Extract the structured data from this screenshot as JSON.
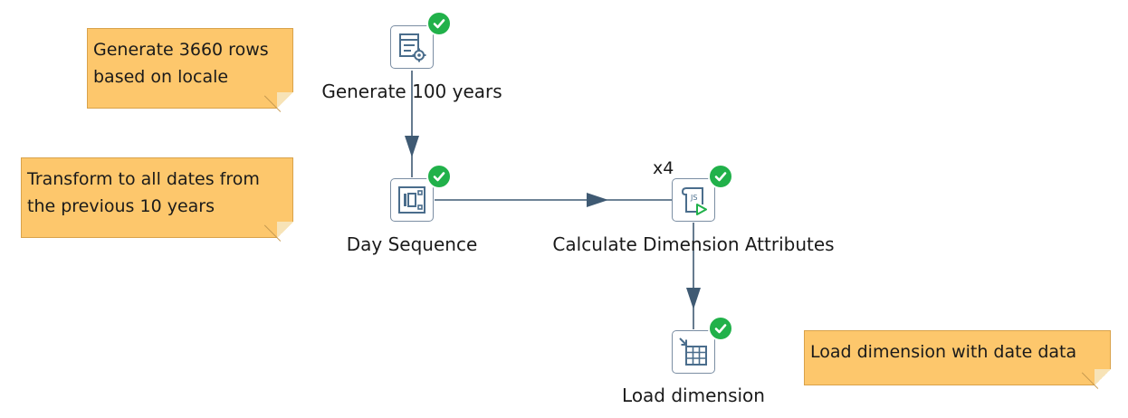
{
  "notes": [
    {
      "text": "Generate 3660 rows\nbased on locale"
    },
    {
      "text": "Transform to all dates from\nthe previous 10 years"
    },
    {
      "text": "Load dimension with date data"
    }
  ],
  "steps": {
    "generate": {
      "label": "Generate 100 years",
      "icon": "generate-rows-icon",
      "status": "ok"
    },
    "day_sequence": {
      "label": "Day Sequence",
      "icon": "add-sequence-icon",
      "status": "ok"
    },
    "calculate": {
      "label": "Calculate Dimension Attributes",
      "icon": "javascript-icon",
      "status": "ok",
      "copies": "x4"
    },
    "load": {
      "label": "Load dimension",
      "icon": "table-output-icon",
      "status": "ok"
    }
  },
  "hops": [
    {
      "from": "generate",
      "to": "day_sequence"
    },
    {
      "from": "day_sequence",
      "to": "calculate"
    },
    {
      "from": "calculate",
      "to": "load"
    }
  ],
  "colors": {
    "note_fill": "#fdc76c",
    "hop_line": "#3f5a73",
    "status_ok": "#21b14a",
    "icon_border": "#7b8ea3",
    "icon_blue": "#4a6d8c",
    "js_green": "#21b14a"
  }
}
